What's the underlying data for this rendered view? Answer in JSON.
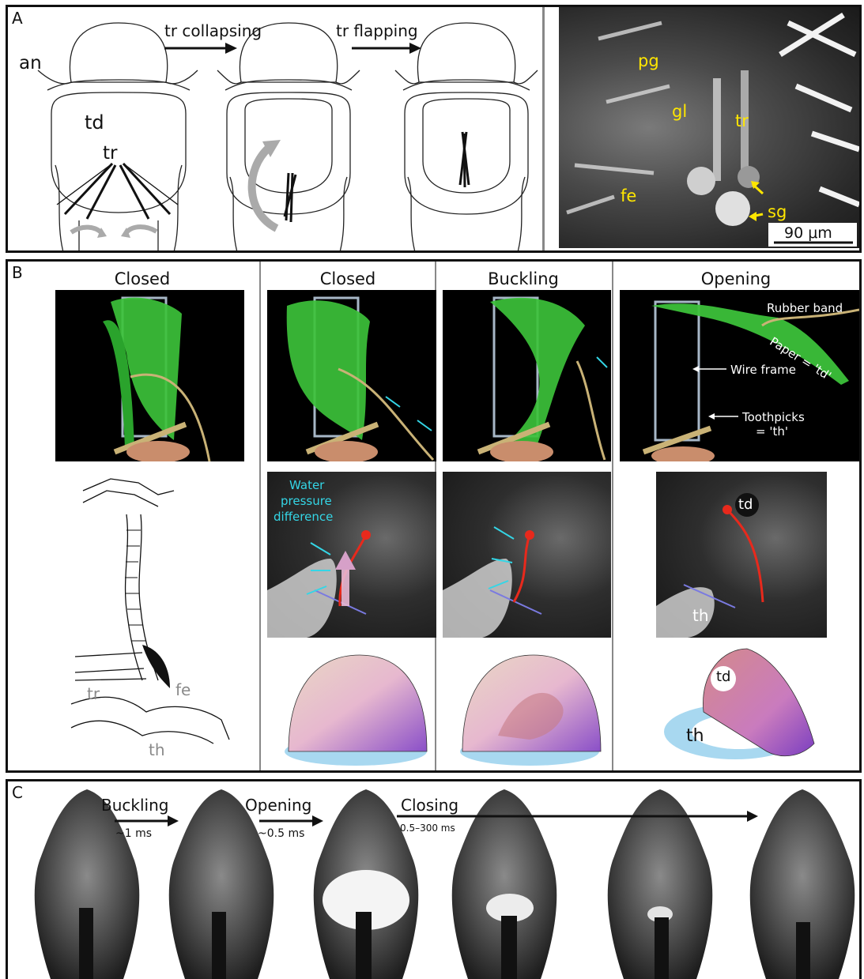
{
  "panel_a": {
    "label": "A",
    "arrow_collapsing": "tr collapsing",
    "arrow_flapping": "tr flapping",
    "an": "an",
    "td": "td",
    "tr": "tr",
    "sem": {
      "pg": "pg",
      "gl": "gl",
      "tr": "tr",
      "fe": "fe",
      "sg": "sg",
      "scale": "90 μm"
    }
  },
  "panel_b": {
    "label": "B",
    "col1": "Closed",
    "col2": "Closed",
    "col3": "Buckling",
    "col4": "Opening",
    "rubber_band": "Rubber band",
    "paper": "Paper = 'td'",
    "wire_frame": "Wire frame",
    "toothpicks": "Toothpicks",
    "toothpicks_eq": "= 'th'",
    "water": "Water",
    "pressure": "pressure",
    "difference": "difference",
    "td": "td",
    "th": "th",
    "sketch_tr": "tr",
    "sketch_fe": "fe",
    "sketch_th": "th",
    "mesh_td": "td",
    "mesh_th": "th"
  },
  "panel_c": {
    "label": "C",
    "buckling": "Buckling",
    "buckling_time": "~1 ms",
    "opening": "Opening",
    "opening_time": "~0.5 ms",
    "closing": "Closing",
    "closing_time": "0.5–300 ms"
  },
  "colors": {
    "yellow": "#ffe600",
    "cyan": "#34d6e6",
    "red": "#e8291c",
    "green": "#3cc13a",
    "gray_arrow": "#a8a8a8"
  }
}
